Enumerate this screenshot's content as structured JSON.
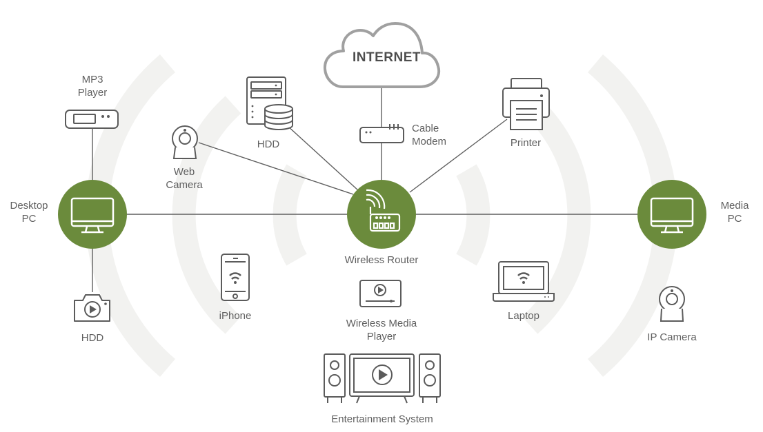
{
  "colors": {
    "line": "#5f5f5f",
    "hub_fill": "#6b8b3c",
    "device_stroke": "#5b5b5b",
    "cloud_stroke": "#a0a0a0",
    "wave": "#f2f2f0"
  },
  "labels": {
    "internet": "INTERNET",
    "cable_modem": [
      "Cable",
      "Modem"
    ],
    "printer": "Printer",
    "hdd_server": "HDD",
    "web_camera": [
      "Web",
      "Camera"
    ],
    "mp3_player": [
      "MP3",
      "Player"
    ],
    "desktop_pc": [
      "Desktop",
      "PC"
    ],
    "media_pc": [
      "Media",
      "PC"
    ],
    "wireless_router": "Wireless Router",
    "iphone": "iPhone",
    "laptop": "Laptop",
    "hdd_camera": "HDD",
    "wireless_media_player": [
      "Wireless Media",
      "Player"
    ],
    "ip_camera": "IP Camera",
    "entertainment_system": "Entertainment System"
  },
  "icons": {
    "internet": "cloud-icon",
    "cable_modem": "modem-icon",
    "printer": "printer-icon",
    "hdd_server": "server-database-icon",
    "web_camera": "webcam-icon",
    "mp3_player": "mp3-player-icon",
    "desktop_pc": "monitor-icon",
    "media_pc": "monitor-icon",
    "wireless_router": "router-icon",
    "iphone": "smartphone-wifi-icon",
    "laptop": "laptop-wifi-icon",
    "hdd_camera": "video-camera-icon",
    "wireless_media_player": "media-player-icon",
    "ip_camera": "ip-camera-icon",
    "entertainment_system": "tv-speakers-icon"
  }
}
